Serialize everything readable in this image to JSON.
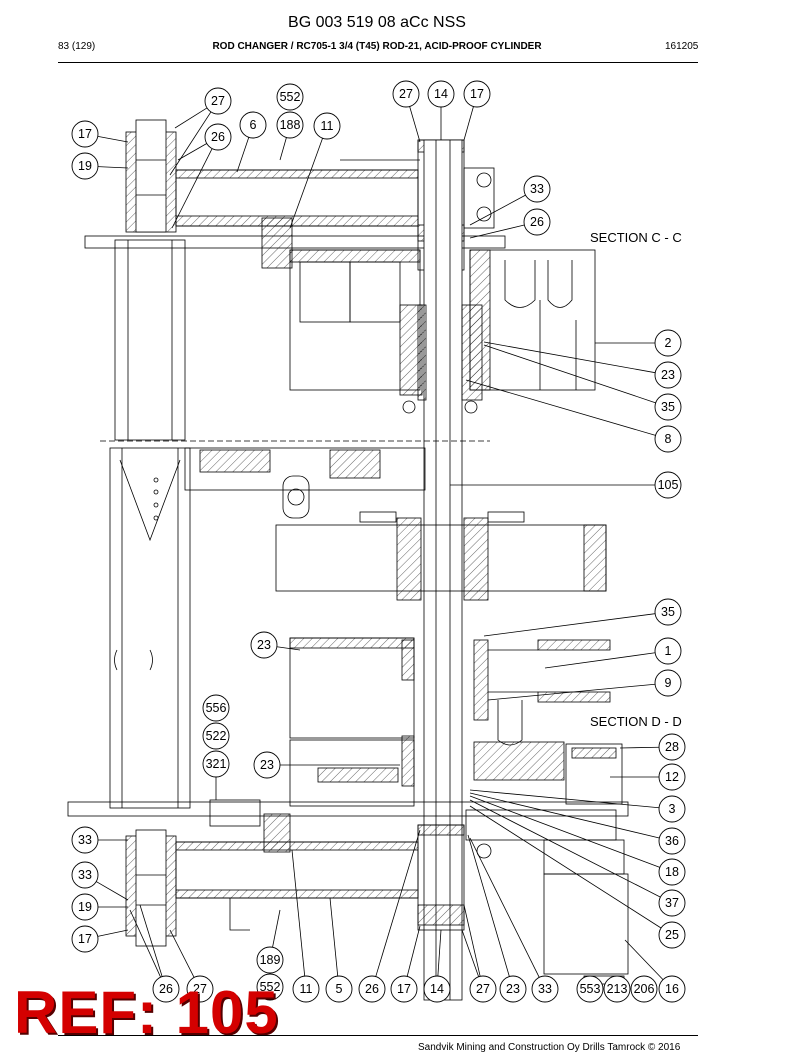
{
  "document": {
    "id": "BG 003 519 08 aCc NSS",
    "page": "83 (129)",
    "title": "ROD CHANGER / RC705-1 3/4 (T45) ROD-21, ACID-PROOF CYLINDER",
    "code": "161205"
  },
  "sections": {
    "c": "SECTION C - C",
    "d": "SECTION D - D"
  },
  "stamp": "REF: 105",
  "footer": "Sandvik Mining and Construction Oy Drills Tamrock © 2016",
  "callouts": [
    {
      "id": "c-27-top-left",
      "label": "27"
    },
    {
      "id": "c-552-top",
      "label": "552"
    },
    {
      "id": "c-188",
      "label": "188"
    },
    {
      "id": "c-11-top",
      "label": "11"
    },
    {
      "id": "c-6",
      "label": "6"
    },
    {
      "id": "c-26-top-left",
      "label": "26"
    },
    {
      "id": "c-17-top-left",
      "label": "17"
    },
    {
      "id": "c-19-top",
      "label": "19"
    },
    {
      "id": "c-27-top-mid",
      "label": "27"
    },
    {
      "id": "c-14-top",
      "label": "14"
    },
    {
      "id": "c-17-top-right",
      "label": "17"
    },
    {
      "id": "c-33-top",
      "label": "33"
    },
    {
      "id": "c-26-top-right",
      "label": "26"
    },
    {
      "id": "c-2",
      "label": "2"
    },
    {
      "id": "c-23-right-1",
      "label": "23"
    },
    {
      "id": "c-35-top",
      "label": "35"
    },
    {
      "id": "c-8",
      "label": "8"
    },
    {
      "id": "c-105",
      "label": "105"
    },
    {
      "id": "c-35-mid",
      "label": "35"
    },
    {
      "id": "c-1",
      "label": "1"
    },
    {
      "id": "c-9",
      "label": "9"
    },
    {
      "id": "c-23-left-1",
      "label": "23"
    },
    {
      "id": "c-556",
      "label": "556"
    },
    {
      "id": "c-522",
      "label": "522"
    },
    {
      "id": "c-321",
      "label": "321"
    },
    {
      "id": "c-23-left-2",
      "label": "23"
    },
    {
      "id": "c-28",
      "label": "28"
    },
    {
      "id": "c-12",
      "label": "12"
    },
    {
      "id": "c-3",
      "label": "3"
    },
    {
      "id": "c-36",
      "label": "36"
    },
    {
      "id": "c-18",
      "label": "18"
    },
    {
      "id": "c-37",
      "label": "37"
    },
    {
      "id": "c-25",
      "label": "25"
    },
    {
      "id": "c-33-left-1",
      "label": "33"
    },
    {
      "id": "c-33-left-2",
      "label": "33"
    },
    {
      "id": "c-19-bottom",
      "label": "19"
    },
    {
      "id": "c-17-bottom-left",
      "label": "17"
    },
    {
      "id": "c-189",
      "label": "189"
    },
    {
      "id": "c-26-bottom-left",
      "label": "26"
    },
    {
      "id": "c-27-bottom-left",
      "label": "27"
    },
    {
      "id": "c-552-bottom",
      "label": "552"
    },
    {
      "id": "c-11-bottom",
      "label": "11"
    },
    {
      "id": "c-5",
      "label": "5"
    },
    {
      "id": "c-26-bottom-mid",
      "label": "26"
    },
    {
      "id": "c-17-bottom-mid",
      "label": "17"
    },
    {
      "id": "c-14-bottom",
      "label": "14"
    },
    {
      "id": "c-27-bottom-mid",
      "label": "27"
    },
    {
      "id": "c-23-bottom",
      "label": "23"
    },
    {
      "id": "c-33-bottom",
      "label": "33"
    },
    {
      "id": "c-553",
      "label": "553"
    },
    {
      "id": "c-213",
      "label": "213"
    },
    {
      "id": "c-206",
      "label": "206"
    },
    {
      "id": "c-16",
      "label": "16"
    }
  ]
}
